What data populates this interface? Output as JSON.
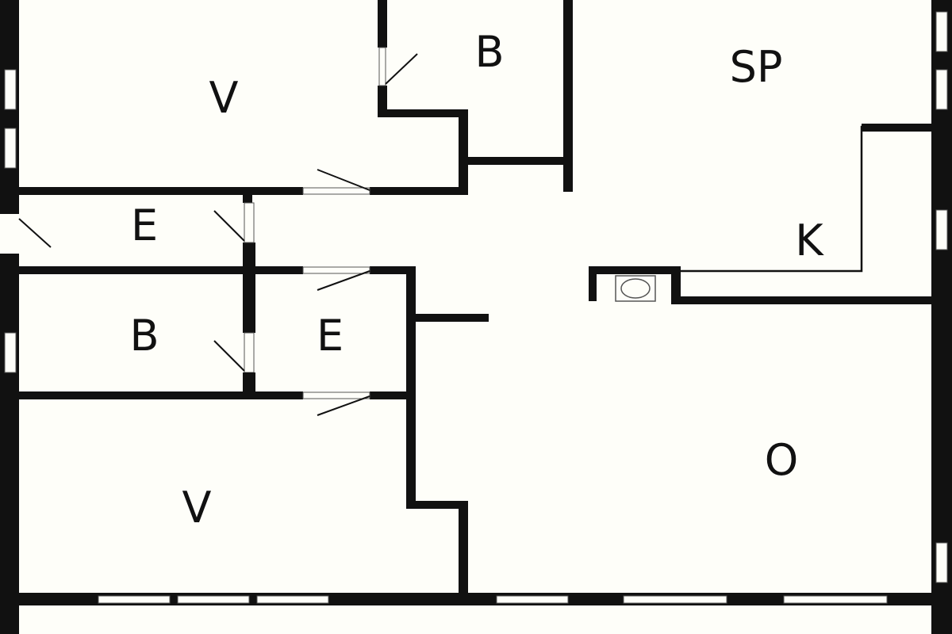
{
  "plan": {
    "rooms": [
      {
        "id": "v-top",
        "label": "V"
      },
      {
        "id": "b-top",
        "label": "B"
      },
      {
        "id": "sp",
        "label": "SP"
      },
      {
        "id": "e-left",
        "label": "E"
      },
      {
        "id": "k",
        "label": "K"
      },
      {
        "id": "b-mid",
        "label": "B"
      },
      {
        "id": "e-mid",
        "label": "E"
      },
      {
        "id": "o",
        "label": "O"
      },
      {
        "id": "v-bottom",
        "label": "V"
      }
    ],
    "colors": {
      "wall": "#111111",
      "background": "#fefef9"
    }
  }
}
